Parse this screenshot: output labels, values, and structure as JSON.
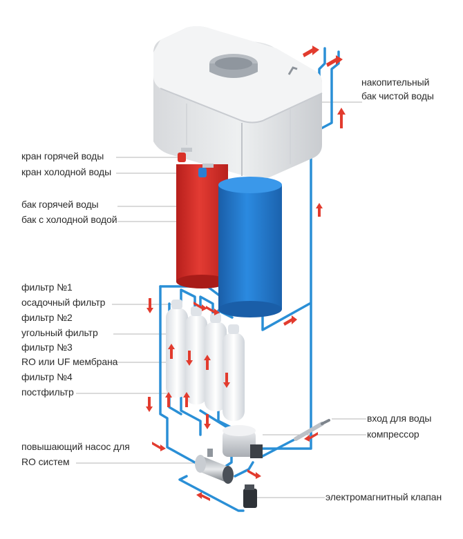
{
  "labels": {
    "storage_tank": [
      "накопительный",
      "бак чистой воды"
    ],
    "hot_tap": "кран горячей воды",
    "cold_tap": "кран холодной воды",
    "hot_tank": "бак горячей воды",
    "cold_tank": "бак с холодной водой",
    "filter1_title": "фильтр №1",
    "filter1_desc": "осадочный фильтр",
    "filter2_title": "фильтр №2",
    "filter2_desc": "угольный фильтр",
    "filter3_title": "фильтр №3",
    "filter3_desc": "RO или UF мембрана",
    "filter4_title": "фильтр №4",
    "filter4_desc": "постфильтр",
    "water_inlet": "вход для воды",
    "compressor": "компрессор",
    "booster_pump": [
      "повышающий насос для",
      "RO систем"
    ],
    "solenoid_valve": "электромагнитный клапан"
  },
  "colors": {
    "pipe": "#2a8fd6",
    "arrow": "#e23b2e",
    "hot_tank": "#d8312b",
    "cold_tank": "#1f78c8",
    "tank_body": "#e4e6e8",
    "leader": "#b5b5b5"
  }
}
